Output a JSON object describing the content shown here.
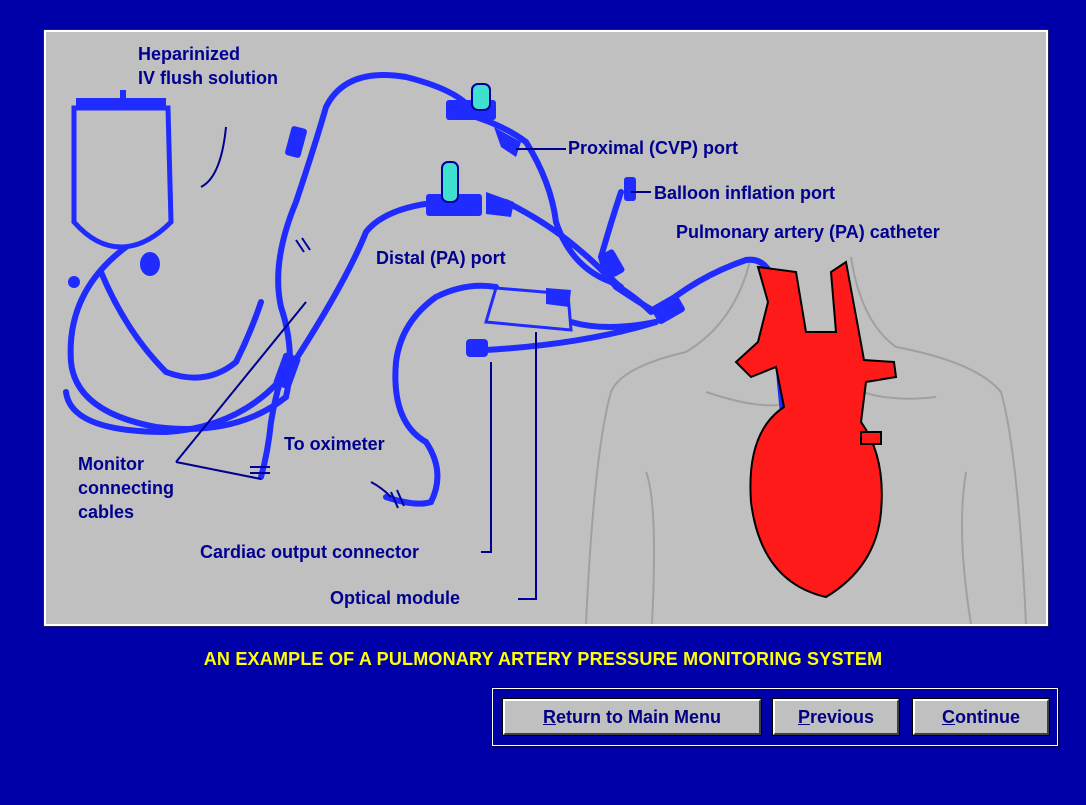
{
  "diagram": {
    "labels": {
      "flush": [
        "Heparinized",
        "IV flush solution"
      ],
      "proximal_port": "Proximal (CVP) port",
      "balloon_port": "Balloon inflation port",
      "pa_catheter": "Pulmonary artery (PA) catheter",
      "distal_port": "Distal (PA) port",
      "to_oximeter": "To oximeter",
      "monitor_cables": [
        "Monitor",
        "connecting",
        "cables"
      ],
      "cardiac_output": "Cardiac output connector",
      "optical_module": "Optical module"
    },
    "colors": {
      "tubing": "#1f2bff",
      "label_text": "#000090",
      "heart": "#ff1a1a",
      "body_outline": "#a0a0a0",
      "stopcock": "#40e0d0"
    }
  },
  "caption": "AN EXAMPLE OF A PULMONARY ARTERY PRESSURE MONITORING SYSTEM",
  "buttons": {
    "return": {
      "mnemonic": "R",
      "rest": "eturn to Main Menu"
    },
    "previous": {
      "mnemonic": "P",
      "rest": "revious"
    },
    "continue": {
      "mnemonic": "C",
      "rest": "ontinue"
    }
  }
}
